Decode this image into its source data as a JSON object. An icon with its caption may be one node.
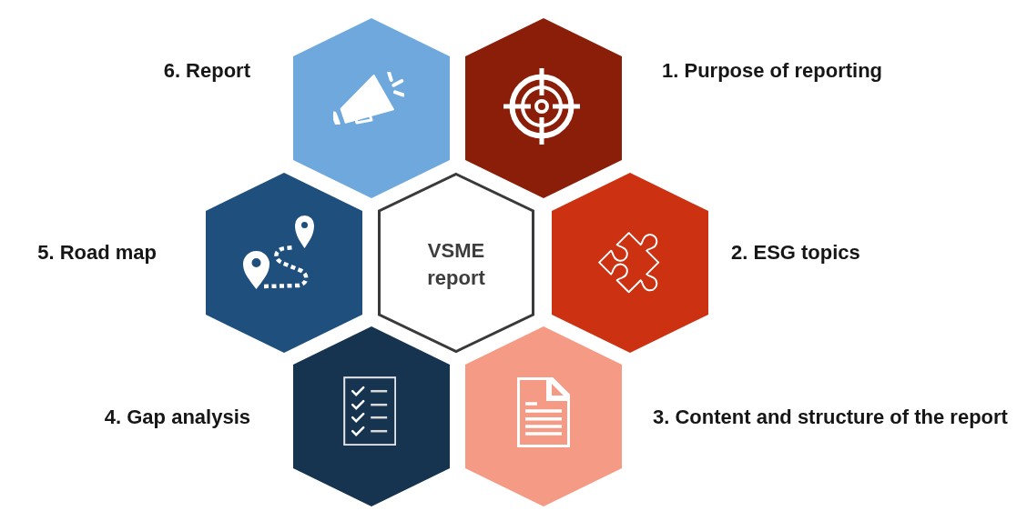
{
  "diagram": {
    "nodes": [
      {
        "text": [
          "VSME report"
        ]
      },
      {
        "text": [
          "1. Purpose of reporting"
        ]
      },
      {
        "text": [
          "2. ESG topics"
        ]
      },
      {
        "text": [
          "3. Content and structure of the report"
        ]
      },
      {
        "text": [
          "4. Gap analysis"
        ]
      },
      {
        "text": [
          "5. Road map"
        ]
      },
      {
        "text": [
          "6. Report"
        ]
      }
    ]
  }
}
